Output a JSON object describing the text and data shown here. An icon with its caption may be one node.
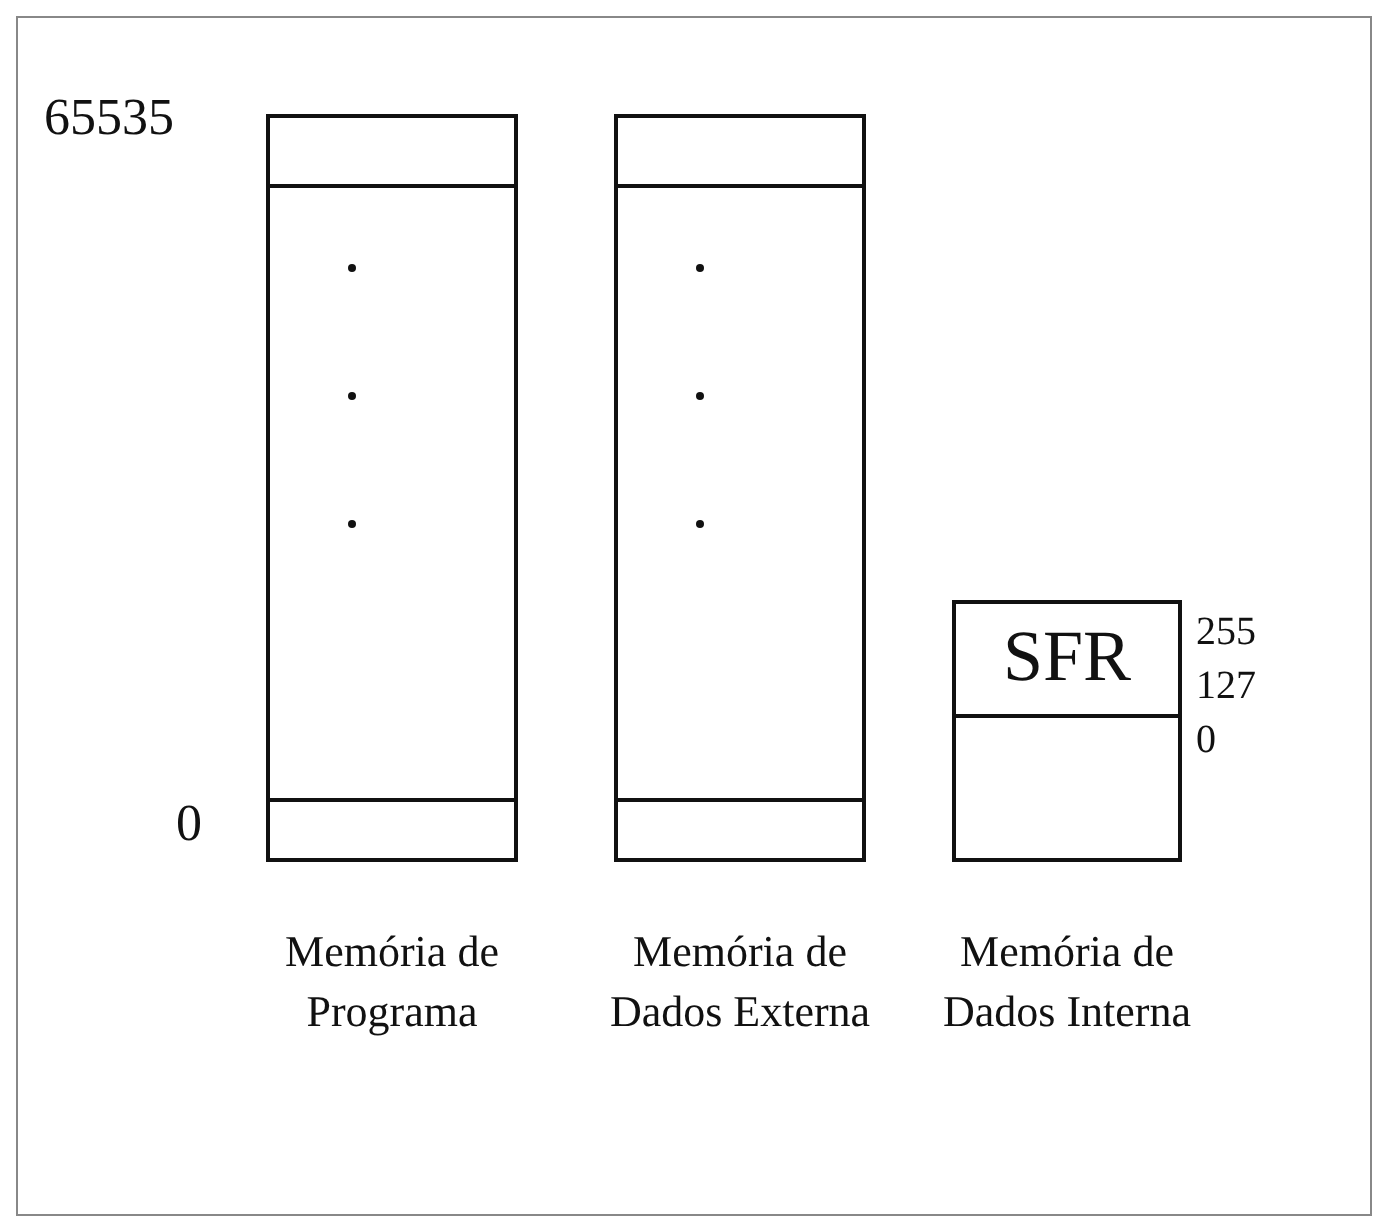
{
  "diagram": {
    "nodes": [
      {
        "text": [
          "Memória de Programa"
        ]
      },
      {
        "text": [
          "Memória de Dados Externa"
        ]
      },
      {
        "text": [
          "Memória de Dados Interna"
        ]
      },
      {
        "text": [
          "SFR"
        ],
        "in": 2
      }
    ],
    "edges": [],
    "labels": [
      "65535",
      "0",
      "255",
      "127",
      "0"
    ]
  }
}
